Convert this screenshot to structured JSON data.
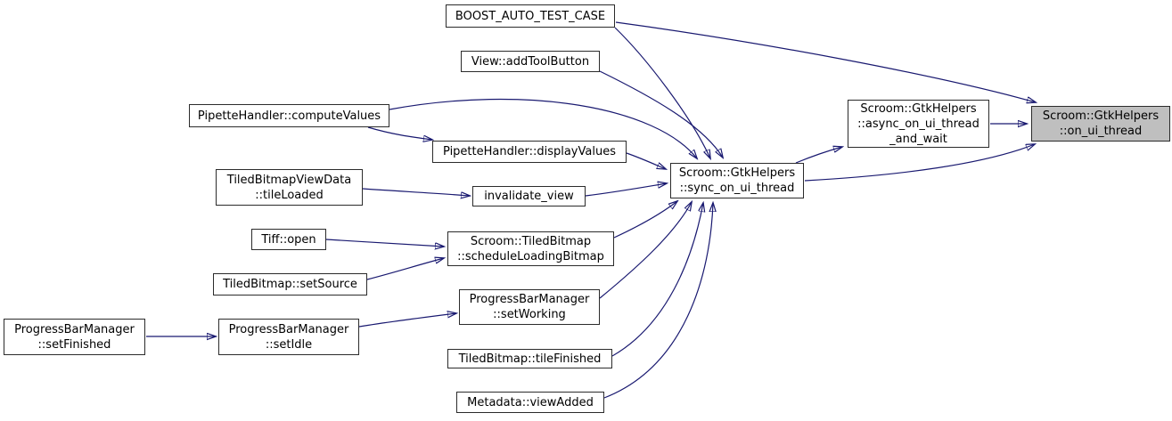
{
  "graph": {
    "kind": "doxygen-call-graph",
    "colors": {
      "edge": "#191970",
      "node_border": "#2b2b2b",
      "node_fill": "#ffffff",
      "highlighted_node_fill": "#bfbfbf"
    },
    "nodes": {
      "boost_auto_test_case": {
        "label": "BOOST_AUTO_TEST_CASE",
        "highlighted": false
      },
      "view_add_tool_button": {
        "label": "View::addToolButton",
        "highlighted": false
      },
      "pipette_compute_values": {
        "label": "PipetteHandler::computeValues",
        "highlighted": false
      },
      "pipette_display_values": {
        "label": "PipetteHandler::displayValues",
        "highlighted": false
      },
      "tile_loaded": {
        "label": "TiledBitmapViewData\n::tileLoaded",
        "highlighted": false
      },
      "invalidate_view": {
        "label": "invalidate_view",
        "highlighted": false
      },
      "tiff_open": {
        "label": "Tiff::open",
        "highlighted": false
      },
      "schedule_loading_bitmap": {
        "label": "Scroom::TiledBitmap\n::scheduleLoadingBitmap",
        "highlighted": false
      },
      "set_source": {
        "label": "TiledBitmap::setSource",
        "highlighted": false
      },
      "set_working": {
        "label": "ProgressBarManager\n::setWorking",
        "highlighted": false
      },
      "set_finished": {
        "label": "ProgressBarManager\n::setFinished",
        "highlighted": false
      },
      "set_idle": {
        "label": "ProgressBarManager\n::setIdle",
        "highlighted": false
      },
      "tile_finished": {
        "label": "TiledBitmap::tileFinished",
        "highlighted": false
      },
      "view_added": {
        "label": "Metadata::viewAdded",
        "highlighted": false
      },
      "sync_on_ui_thread": {
        "label": "Scroom::GtkHelpers\n::sync_on_ui_thread",
        "highlighted": false
      },
      "async_on_ui_thread_and_wait": {
        "label": "Scroom::GtkHelpers\n::async_on_ui_thread\n_and_wait",
        "highlighted": false
      },
      "on_ui_thread": {
        "label": "Scroom::GtkHelpers\n::on_ui_thread",
        "highlighted": true
      }
    },
    "edges": [
      {
        "from": "boost_auto_test_case",
        "to": "sync_on_ui_thread"
      },
      {
        "from": "boost_auto_test_case",
        "to": "on_ui_thread"
      },
      {
        "from": "view_add_tool_button",
        "to": "sync_on_ui_thread"
      },
      {
        "from": "pipette_compute_values",
        "to": "sync_on_ui_thread"
      },
      {
        "from": "pipette_compute_values",
        "to": "pipette_display_values"
      },
      {
        "from": "pipette_display_values",
        "to": "sync_on_ui_thread"
      },
      {
        "from": "tile_loaded",
        "to": "invalidate_view"
      },
      {
        "from": "invalidate_view",
        "to": "sync_on_ui_thread"
      },
      {
        "from": "tiff_open",
        "to": "schedule_loading_bitmap"
      },
      {
        "from": "set_source",
        "to": "schedule_loading_bitmap"
      },
      {
        "from": "schedule_loading_bitmap",
        "to": "sync_on_ui_thread"
      },
      {
        "from": "set_finished",
        "to": "set_idle"
      },
      {
        "from": "set_idle",
        "to": "set_working"
      },
      {
        "from": "set_working",
        "to": "sync_on_ui_thread"
      },
      {
        "from": "tile_finished",
        "to": "sync_on_ui_thread"
      },
      {
        "from": "view_added",
        "to": "sync_on_ui_thread"
      },
      {
        "from": "sync_on_ui_thread",
        "to": "async_on_ui_thread_and_wait"
      },
      {
        "from": "sync_on_ui_thread",
        "to": "on_ui_thread"
      },
      {
        "from": "async_on_ui_thread_and_wait",
        "to": "on_ui_thread"
      }
    ]
  }
}
